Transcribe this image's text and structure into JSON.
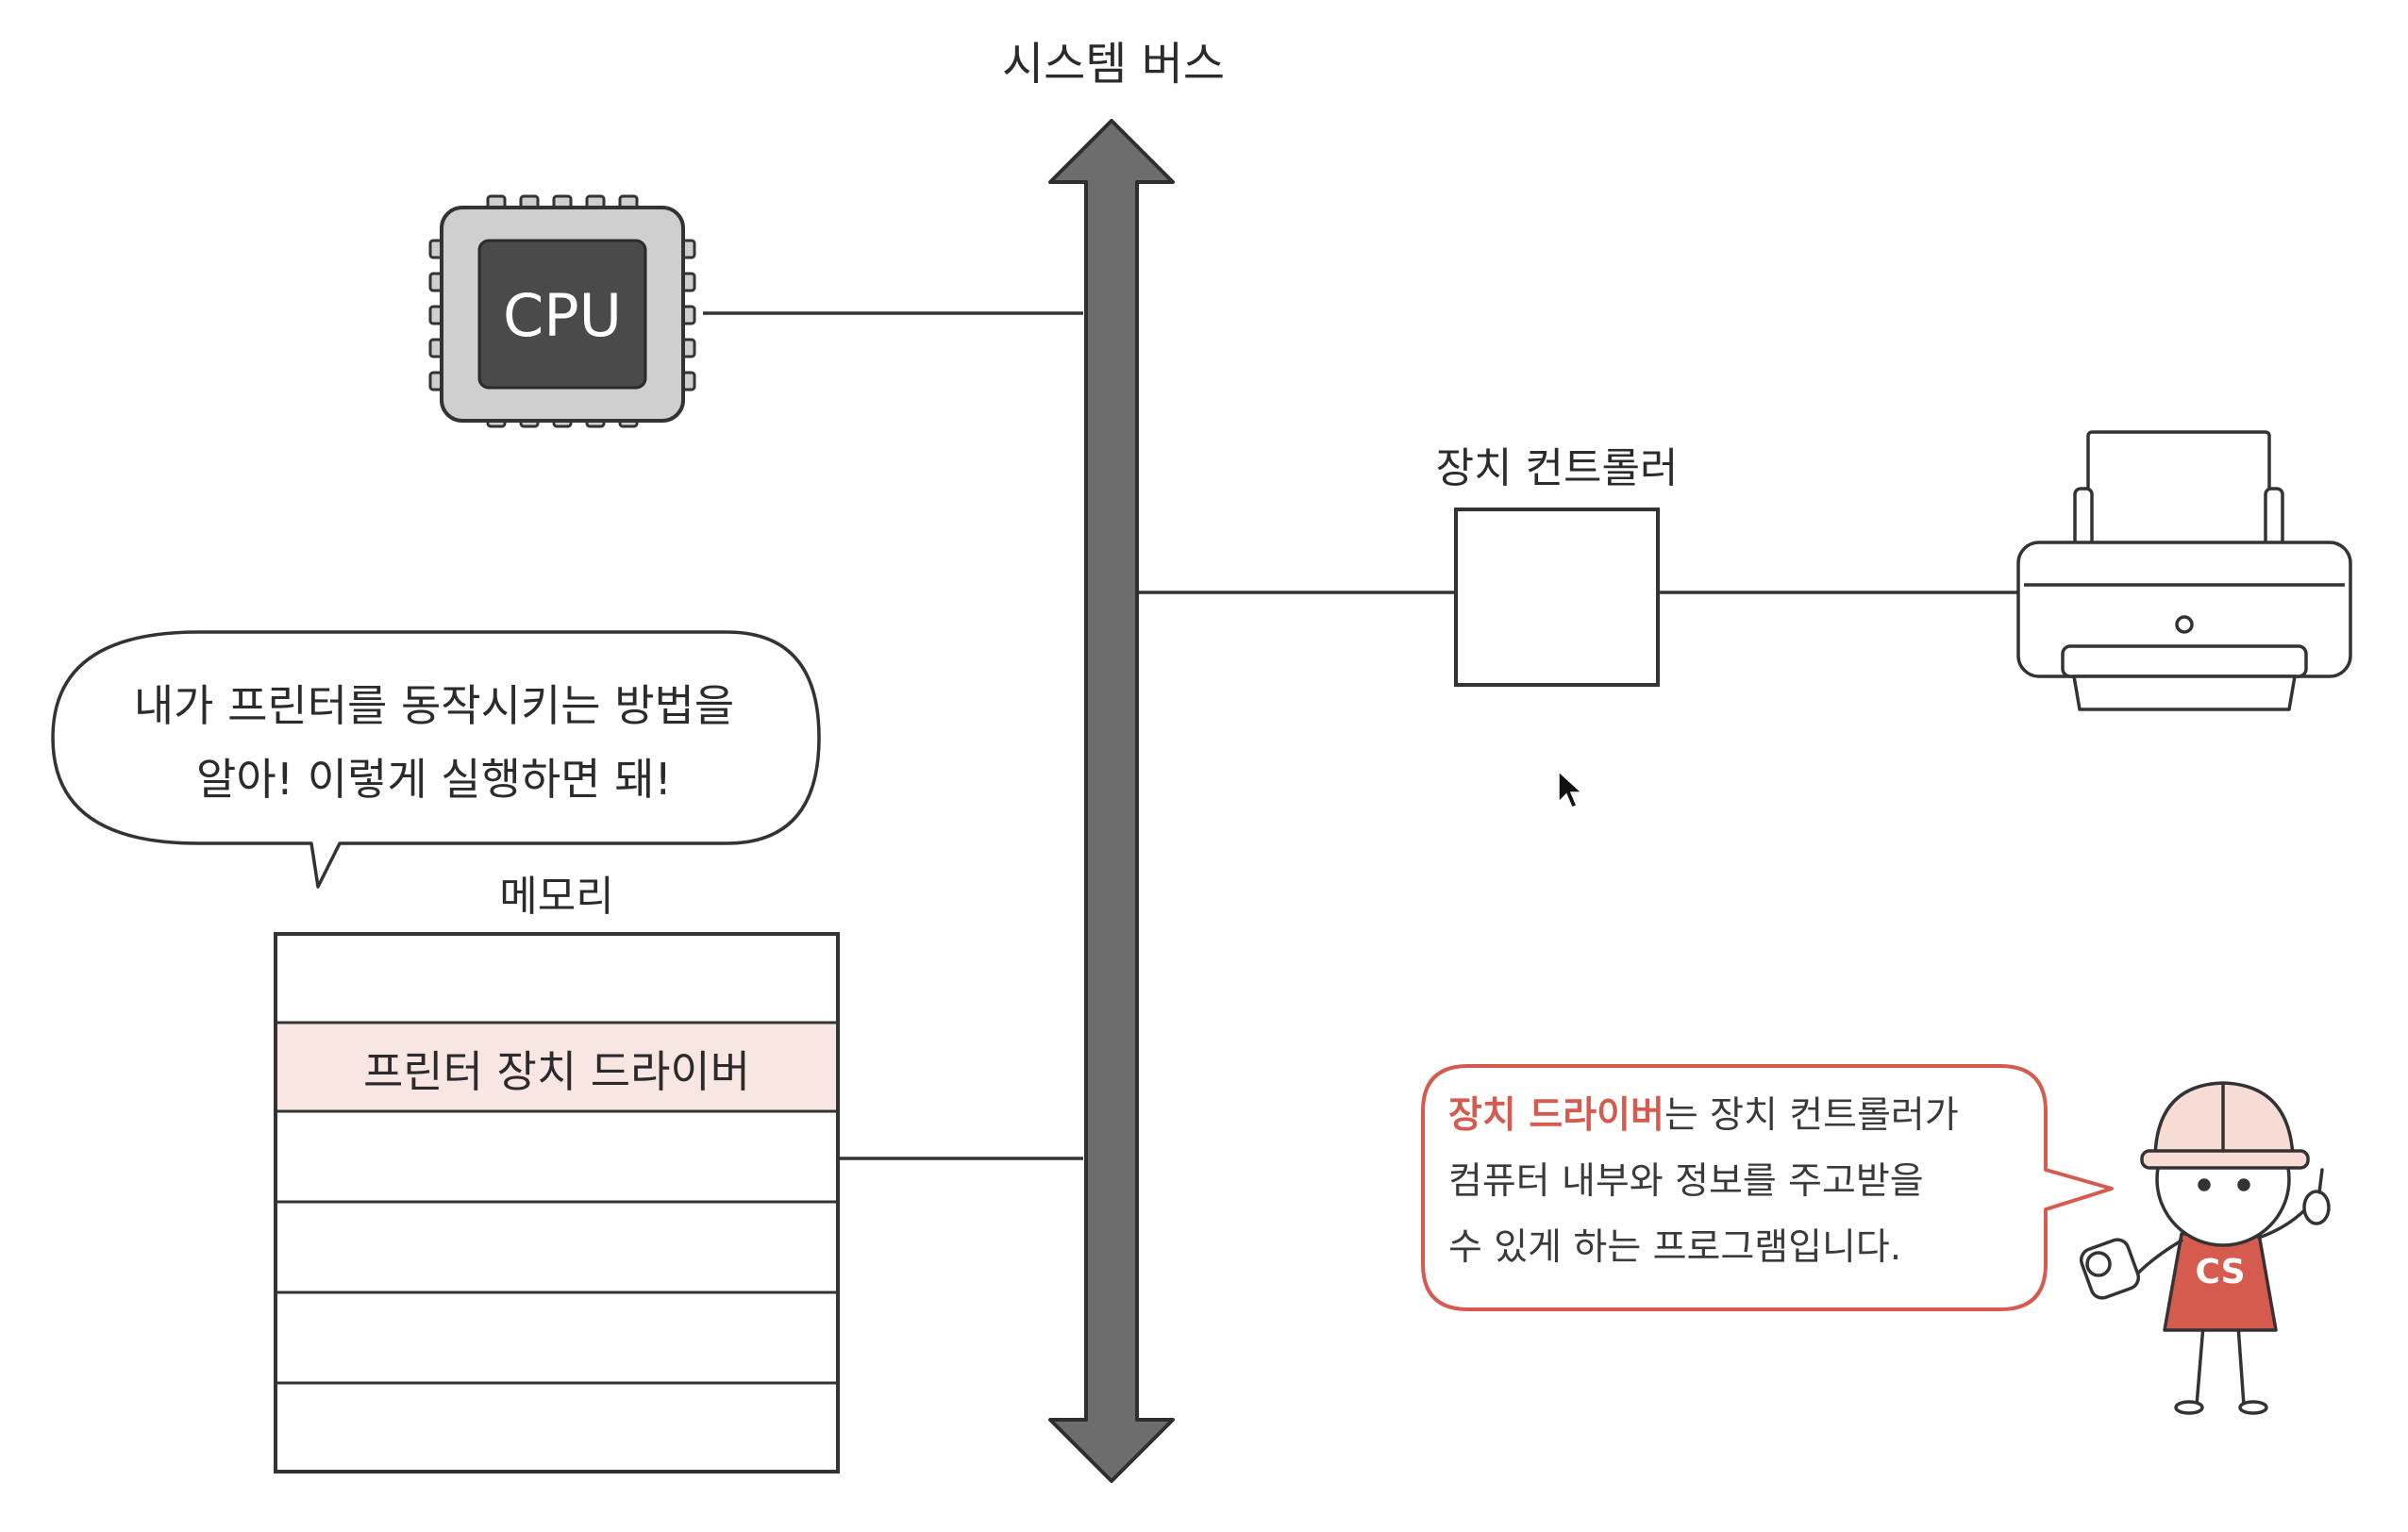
{
  "bus": {
    "label": "시스템 버스"
  },
  "cpu": {
    "label": "CPU"
  },
  "controller": {
    "label": "장치 컨트롤러"
  },
  "printer": {
    "icon": "printer-icon"
  },
  "speech": {
    "line1": "내가 프린터를 동작시키는 방법을",
    "line2": "알아! 이렇게 실행하면 돼!"
  },
  "memory": {
    "label": "메모리",
    "rows": [
      "",
      "프린터 장치 드라이버",
      "",
      "",
      "",
      ""
    ]
  },
  "note": {
    "highlight": "장치 드라이버",
    "line1_rest": "는 장치 컨트롤러가",
    "line2": "컴퓨터 내부와 정보를 주고받을",
    "line3": "수 있게 하는 프로그램입니다."
  },
  "mascot": {
    "badge": "CS"
  },
  "colors": {
    "bus": "#6d6d6d",
    "memory_highlight": "#f8e6e3",
    "note_border": "#d55b4f",
    "cpu_chip": "#cfcfcf",
    "cpu_die": "#4a4a4a"
  }
}
